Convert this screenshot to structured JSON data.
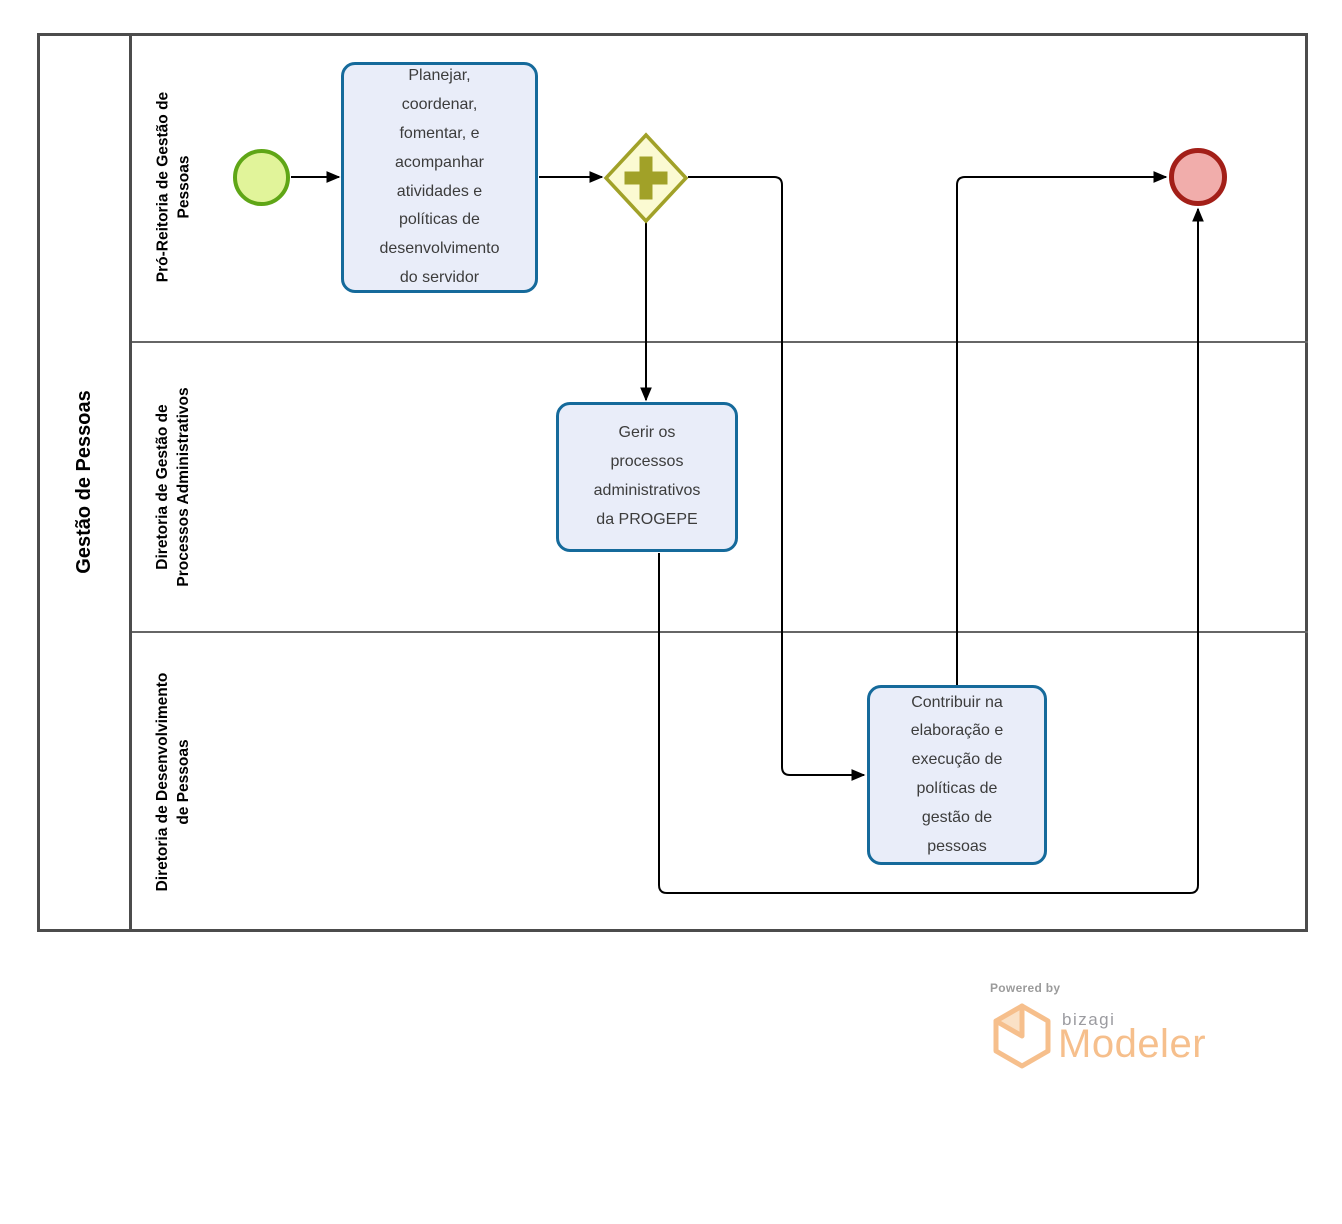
{
  "pool": {
    "label": "Gestão de Pessoas",
    "lanes": {
      "lane1": {
        "label": "Pró-Reitoria de Gestão de\nPessoas"
      },
      "lane2": {
        "label": "Diretoria de Gestão de\nProcessos Administrativos"
      },
      "lane3": {
        "label": "Diretoria de Desenvolvimento\nde Pessoas"
      }
    }
  },
  "nodes": {
    "start_event": {
      "type": "start-event"
    },
    "task_planejar": {
      "label": "Planejar,\ncoordenar,\nfomentar, e\nacompanhar\natividades e\npolíticas de\ndesenvolvimento\ndo servidor"
    },
    "gateway": {
      "type": "parallel-gateway"
    },
    "task_gerir": {
      "label": "Gerir os\nprocessos\nadministrativos\nda PROGEPE"
    },
    "task_contribuir": {
      "label": "Contribuir na\nelaboração e\nexecução de\npolíticas de\ngestão de\npessoas"
    },
    "end_event": {
      "type": "end-event"
    }
  },
  "colors": {
    "task_border": "#156a9b",
    "task_fill": "#e9edf9",
    "start_border": "#5fa616",
    "start_fill": "#e1f49a",
    "gateway_border": "#a1a128",
    "gateway_fill": "#fbfad2",
    "end_border": "#a31f18",
    "end_fill": "#f1adab",
    "connector": "#000000",
    "brand_orange": "#f6bf8c",
    "brand_gray": "#9b9b9b"
  },
  "footer": {
    "powered_by": "Powered by",
    "brand": "bizagi",
    "product": "Modeler"
  }
}
